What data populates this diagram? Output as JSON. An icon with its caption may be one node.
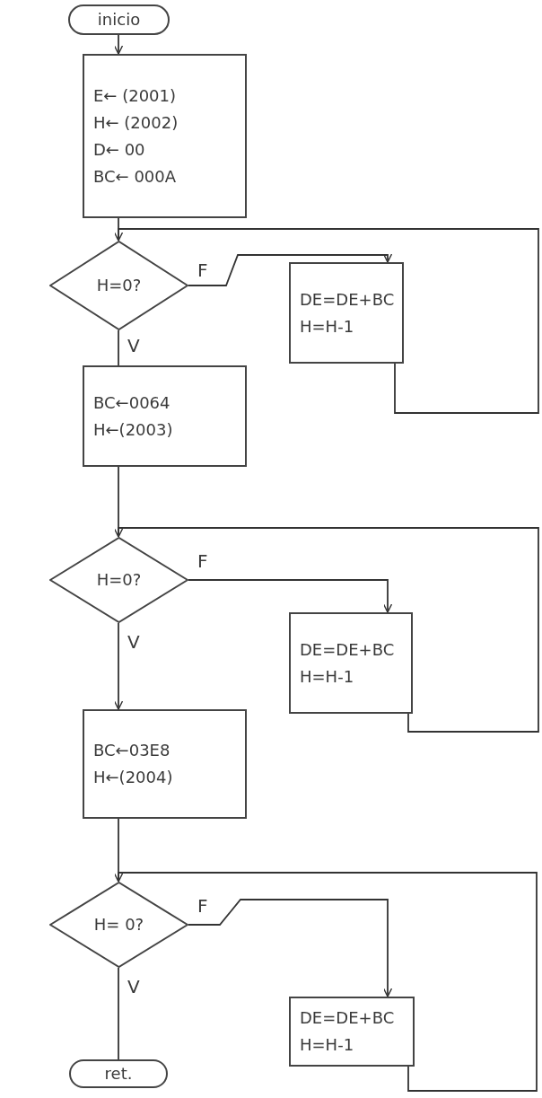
{
  "diagram": {
    "nodes": [
      {
        "text": [
          "inicio"
        ]
      },
      {
        "text": [
          "E← (2001)",
          "H← (2002)",
          "D← 00",
          "BC← 000A"
        ]
      },
      {
        "text": [
          "H=0?"
        ]
      },
      {
        "text": [
          "DE=DE+BC",
          "H=H-1"
        ]
      },
      {
        "text": [
          "BC←0064",
          "H←(2003)"
        ]
      },
      {
        "text": [
          "H=0?"
        ]
      },
      {
        "text": [
          "DE=DE+BC",
          "H=H-1"
        ]
      },
      {
        "text": [
          "BC←03E8",
          "H←(2004)"
        ]
      },
      {
        "text": [
          "H= 0?"
        ]
      },
      {
        "text": [
          "DE=DE+BC",
          "H=H-1"
        ]
      },
      {
        "text": [
          "ret."
        ]
      }
    ],
    "edges": [
      {
        "from": 0,
        "to": 1,
        "arrow": "to"
      },
      {
        "from": 1,
        "to": 2,
        "arrow": "none"
      },
      {
        "from": 2,
        "to": 3,
        "arrow": "to",
        "label": "F"
      },
      {
        "from": 3,
        "to": 2,
        "arrow": "to"
      },
      {
        "from": 2,
        "to": 4,
        "arrow": "none",
        "label": "V"
      },
      {
        "from": 4,
        "to": 5,
        "arrow": "none"
      },
      {
        "from": 5,
        "to": 6,
        "arrow": "to",
        "label": "F"
      },
      {
        "from": 6,
        "to": 5,
        "arrow": "to"
      },
      {
        "from": 5,
        "to": 7,
        "arrow": "to",
        "label": "V"
      },
      {
        "from": 7,
        "to": 8,
        "arrow": "none"
      },
      {
        "from": 8,
        "to": 9,
        "arrow": "to",
        "label": "F"
      },
      {
        "from": 9,
        "to": 8,
        "arrow": "to"
      },
      {
        "from": 8,
        "to": 10,
        "arrow": "none",
        "label": "V"
      }
    ]
  }
}
